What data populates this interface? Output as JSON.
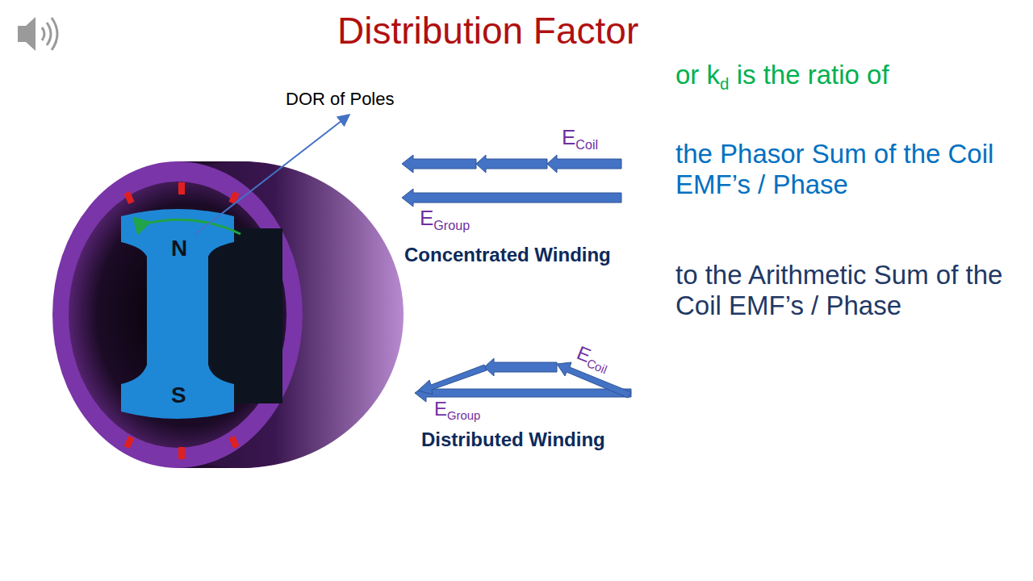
{
  "diagram": {
    "title": "Distribution Factor",
    "labels": [
      "DOR of Poles",
      "N",
      "S",
      "E",
      "Coil",
      "E",
      "Group",
      "Concentrated Winding",
      "E",
      "Coil",
      "E",
      "Group",
      "Distributed Winding",
      "or k",
      "d",
      "is the ratio of",
      "the Phasor Sum of the Coil EMF’s / Phase",
      "to the Arithmetic Sum of the Coil EMF’s / Phase"
    ]
  }
}
